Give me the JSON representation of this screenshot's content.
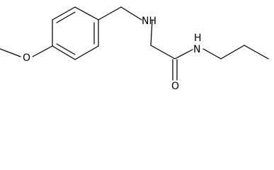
{
  "molecule": {
    "atoms": {
      "methoxy_o": "O",
      "amine_nh": "NH",
      "carbonyl_o": "O",
      "amide_n": "N",
      "amide_h": "H"
    },
    "colors": {
      "bond": "#000000",
      "text": "#000000",
      "background": "#ffffff"
    }
  }
}
